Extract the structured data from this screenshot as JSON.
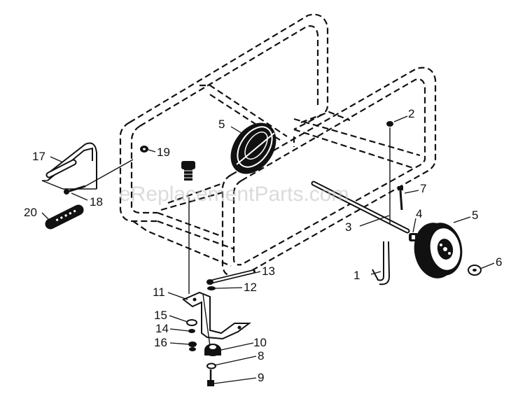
{
  "watermark": "eReplacementParts.com",
  "labels": {
    "p1": "1",
    "p2": "2",
    "p3": "3",
    "p4": "4",
    "p5a": "5",
    "p5b": "5",
    "p6": "6",
    "p7": "7",
    "p8": "8",
    "p9": "9",
    "p10": "10",
    "p11": "11",
    "p12": "12",
    "p13": "13",
    "p14": "14",
    "p15": "15",
    "p16": "16",
    "p17": "17",
    "p18": "18",
    "p19": "19",
    "p20": "20"
  }
}
